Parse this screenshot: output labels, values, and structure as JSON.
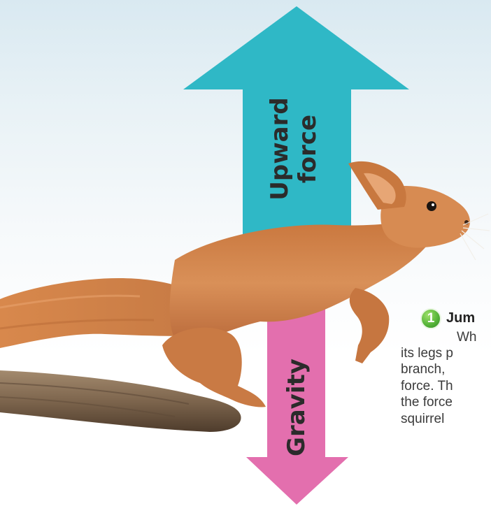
{
  "labels": {
    "upward_line1": "Upward",
    "upward_line2": "force",
    "gravity": "Gravity"
  },
  "callout": {
    "number": "1",
    "title": "Jum",
    "body_first_line": "Wh",
    "body_lines": "its legs p\nbranch,\nforce. Th\nthe force\nsquirrel"
  },
  "colors": {
    "upward_arrow": "#2fb8c6",
    "gravity_arrow": "#e36fae",
    "badge": "#58b63a",
    "squirrel": "#d4834a",
    "branch": "#8a7157"
  },
  "icons": {
    "upward": "arrow-up-icon",
    "gravity": "arrow-down-icon",
    "animal": "squirrel-illustration",
    "branch": "branch-illustration"
  }
}
